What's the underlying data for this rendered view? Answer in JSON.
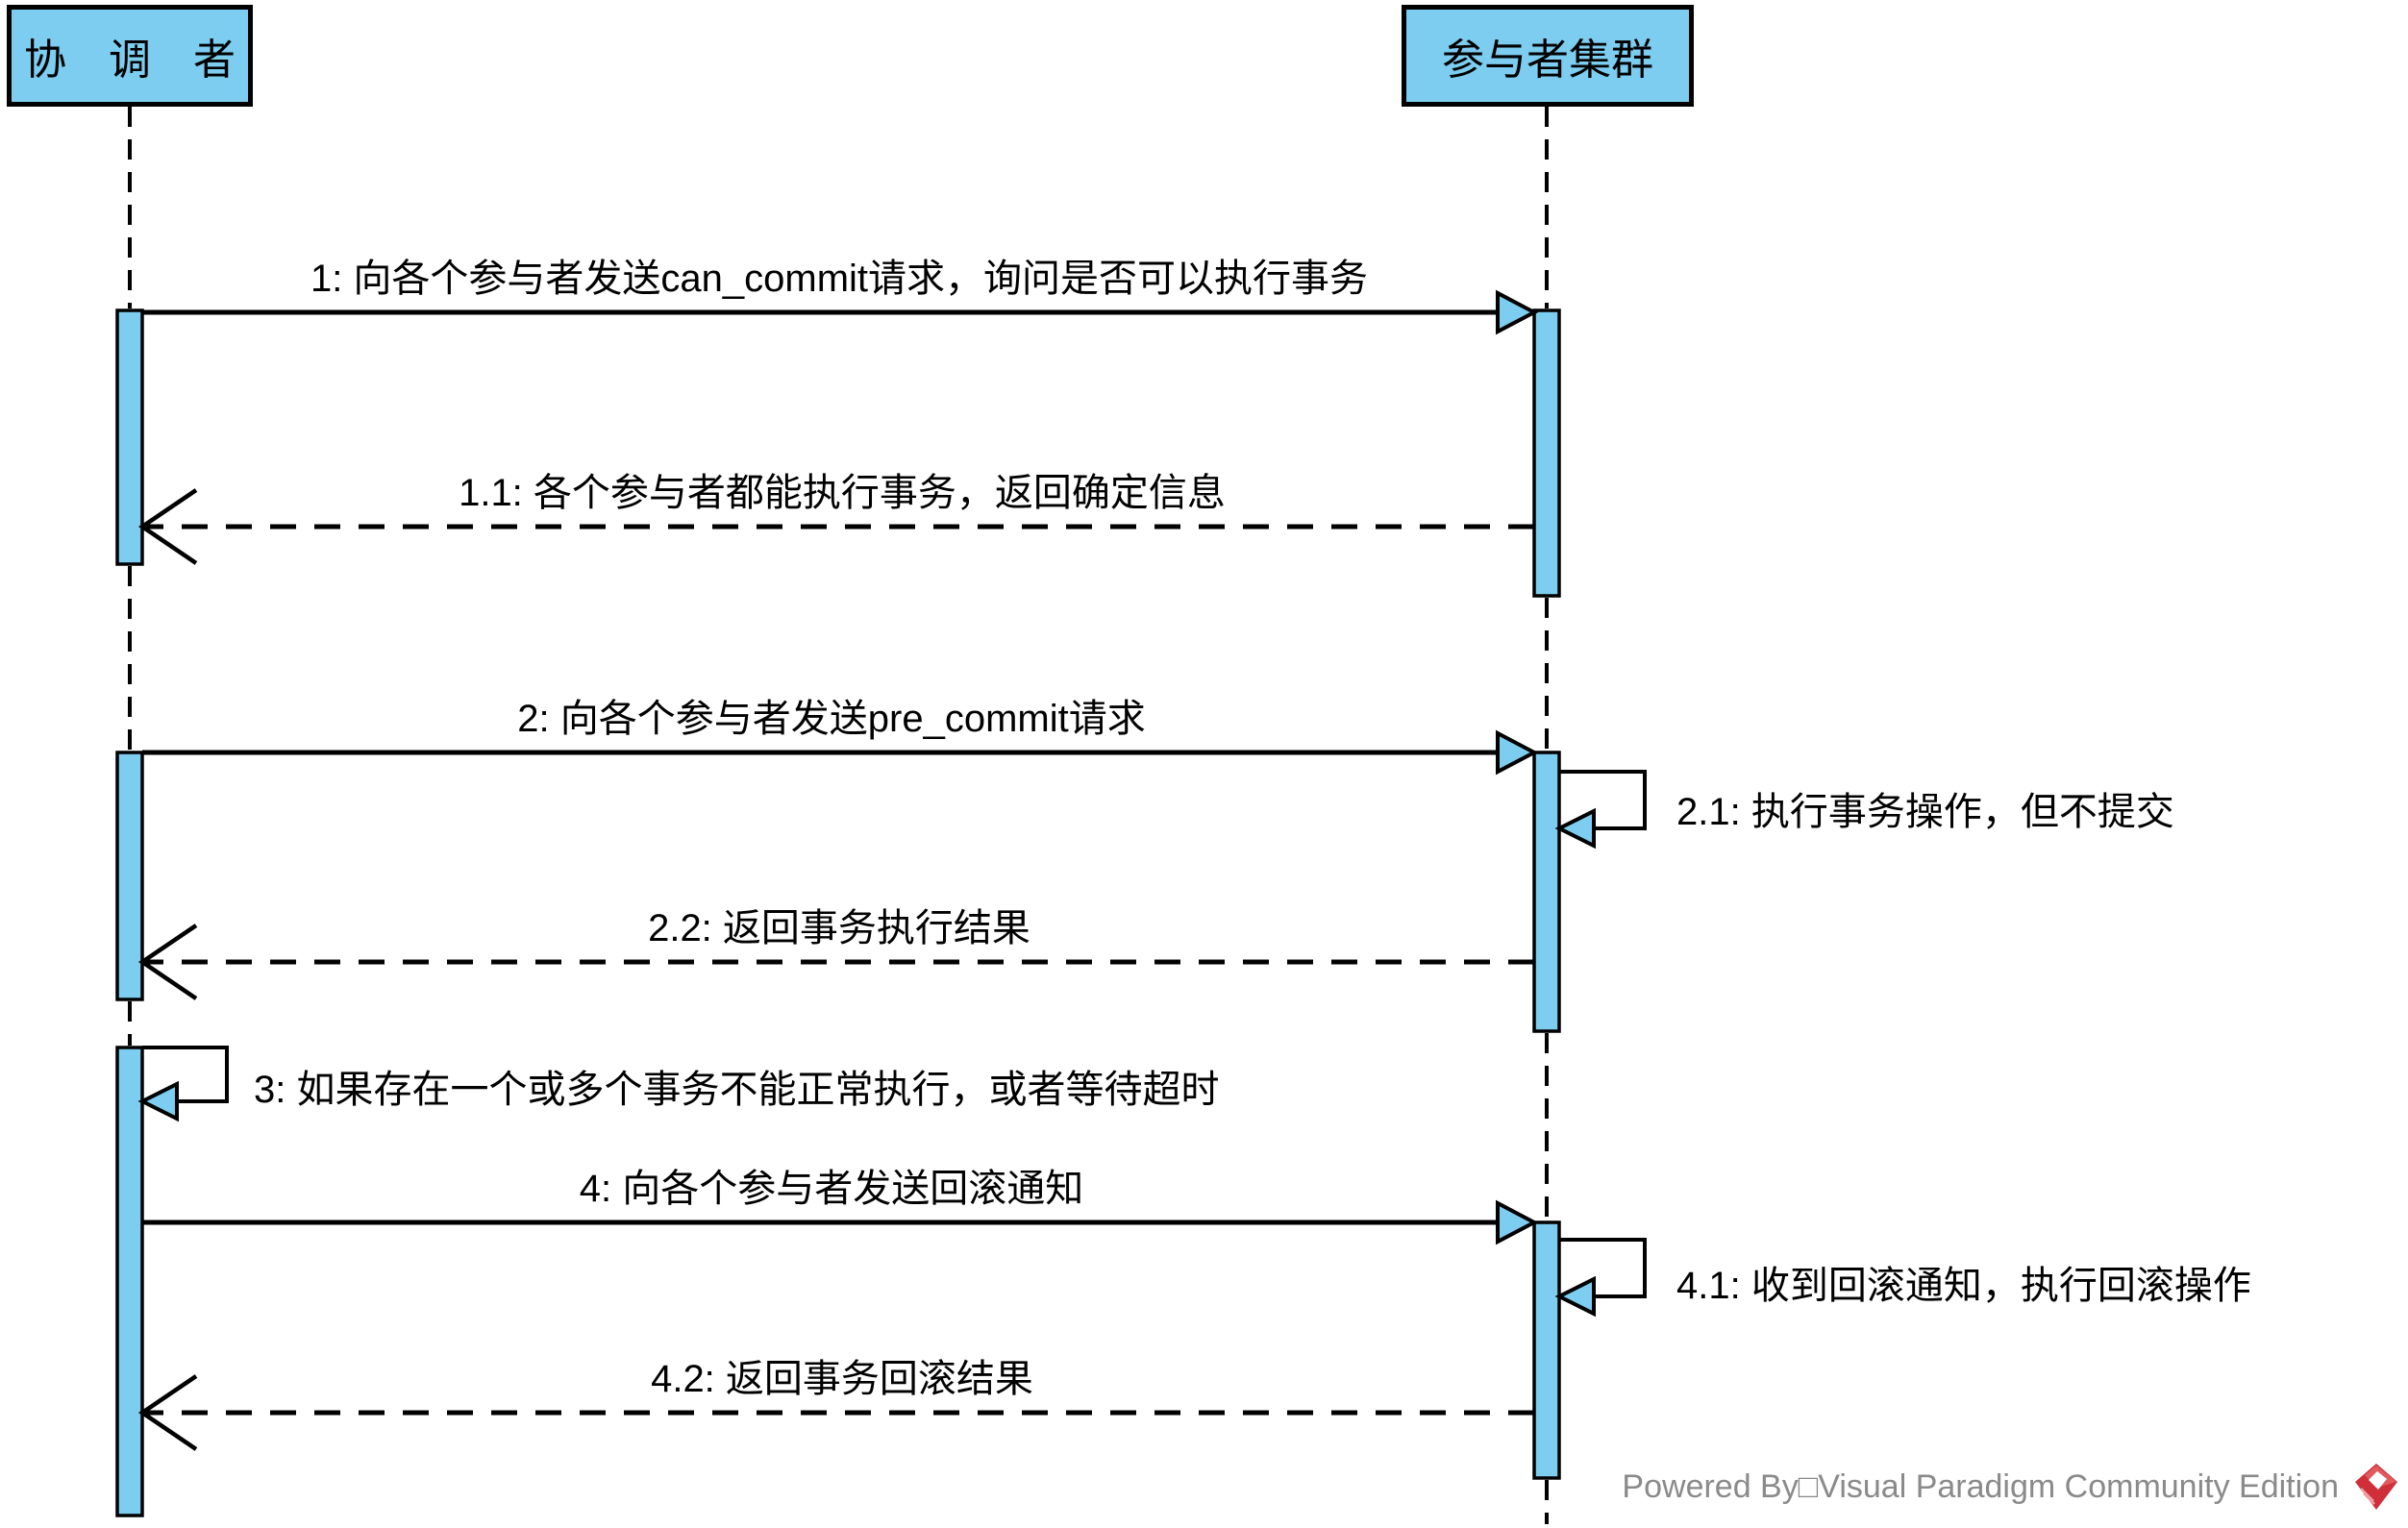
{
  "diagram": {
    "type": "uml-sequence-diagram",
    "actors": [
      {
        "id": "coordinator",
        "label": "协　调　者"
      },
      {
        "id": "participants",
        "label": "参与者集群"
      }
    ],
    "messages": [
      {
        "seq": "1",
        "type": "sync-call",
        "from": "coordinator",
        "to": "participants",
        "label": "1: 向各个参与者发送can_commit请求，询问是否可以执行事务"
      },
      {
        "seq": "1.1",
        "type": "return",
        "from": "participants",
        "to": "coordinator",
        "label": "1.1: 各个参与者都能执行事务，返回确定信息"
      },
      {
        "seq": "2",
        "type": "sync-call",
        "from": "coordinator",
        "to": "participants",
        "label": "2: 向各个参与者发送pre_commit请求"
      },
      {
        "seq": "2.1",
        "type": "self-message",
        "from": "participants",
        "to": "participants",
        "label": "2.1: 执行事务操作，但不提交"
      },
      {
        "seq": "2.2",
        "type": "return",
        "from": "participants",
        "to": "coordinator",
        "label": "2.2: 返回事务执行结果"
      },
      {
        "seq": "3",
        "type": "self-message",
        "from": "coordinator",
        "to": "coordinator",
        "label": "3: 如果存在一个或多个事务不能正常执行，或者等待超时"
      },
      {
        "seq": "4",
        "type": "sync-call",
        "from": "coordinator",
        "to": "participants",
        "label": "4: 向各个参与者发送回滚通知"
      },
      {
        "seq": "4.1",
        "type": "self-message",
        "from": "participants",
        "to": "participants",
        "label": "4.1: 收到回滚通知，执行回滚操作"
      },
      {
        "seq": "4.2",
        "type": "return",
        "from": "participants",
        "to": "coordinator",
        "label": "4.2: 返回事务回滚结果"
      }
    ],
    "colors": {
      "shape_fill": "#7CCDEF",
      "stroke": "#000000",
      "background": "#FFFFFF",
      "footer_text": "#8A8A8A",
      "logo_red": "#CE2F39"
    },
    "footer": {
      "text": "Powered By□Visual Paradigm Community Edition",
      "logo_icon": "visual-paradigm-diamond"
    }
  }
}
